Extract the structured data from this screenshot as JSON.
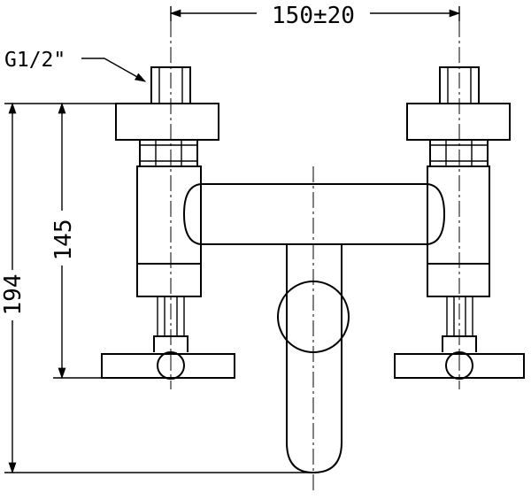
{
  "drawing": {
    "subject": "two-handle wall-mounted bath mixer",
    "dimensions": {
      "centers": "150±20",
      "connector_height": "145",
      "overall_height": "194",
      "thread": "G1/2\""
    }
  }
}
